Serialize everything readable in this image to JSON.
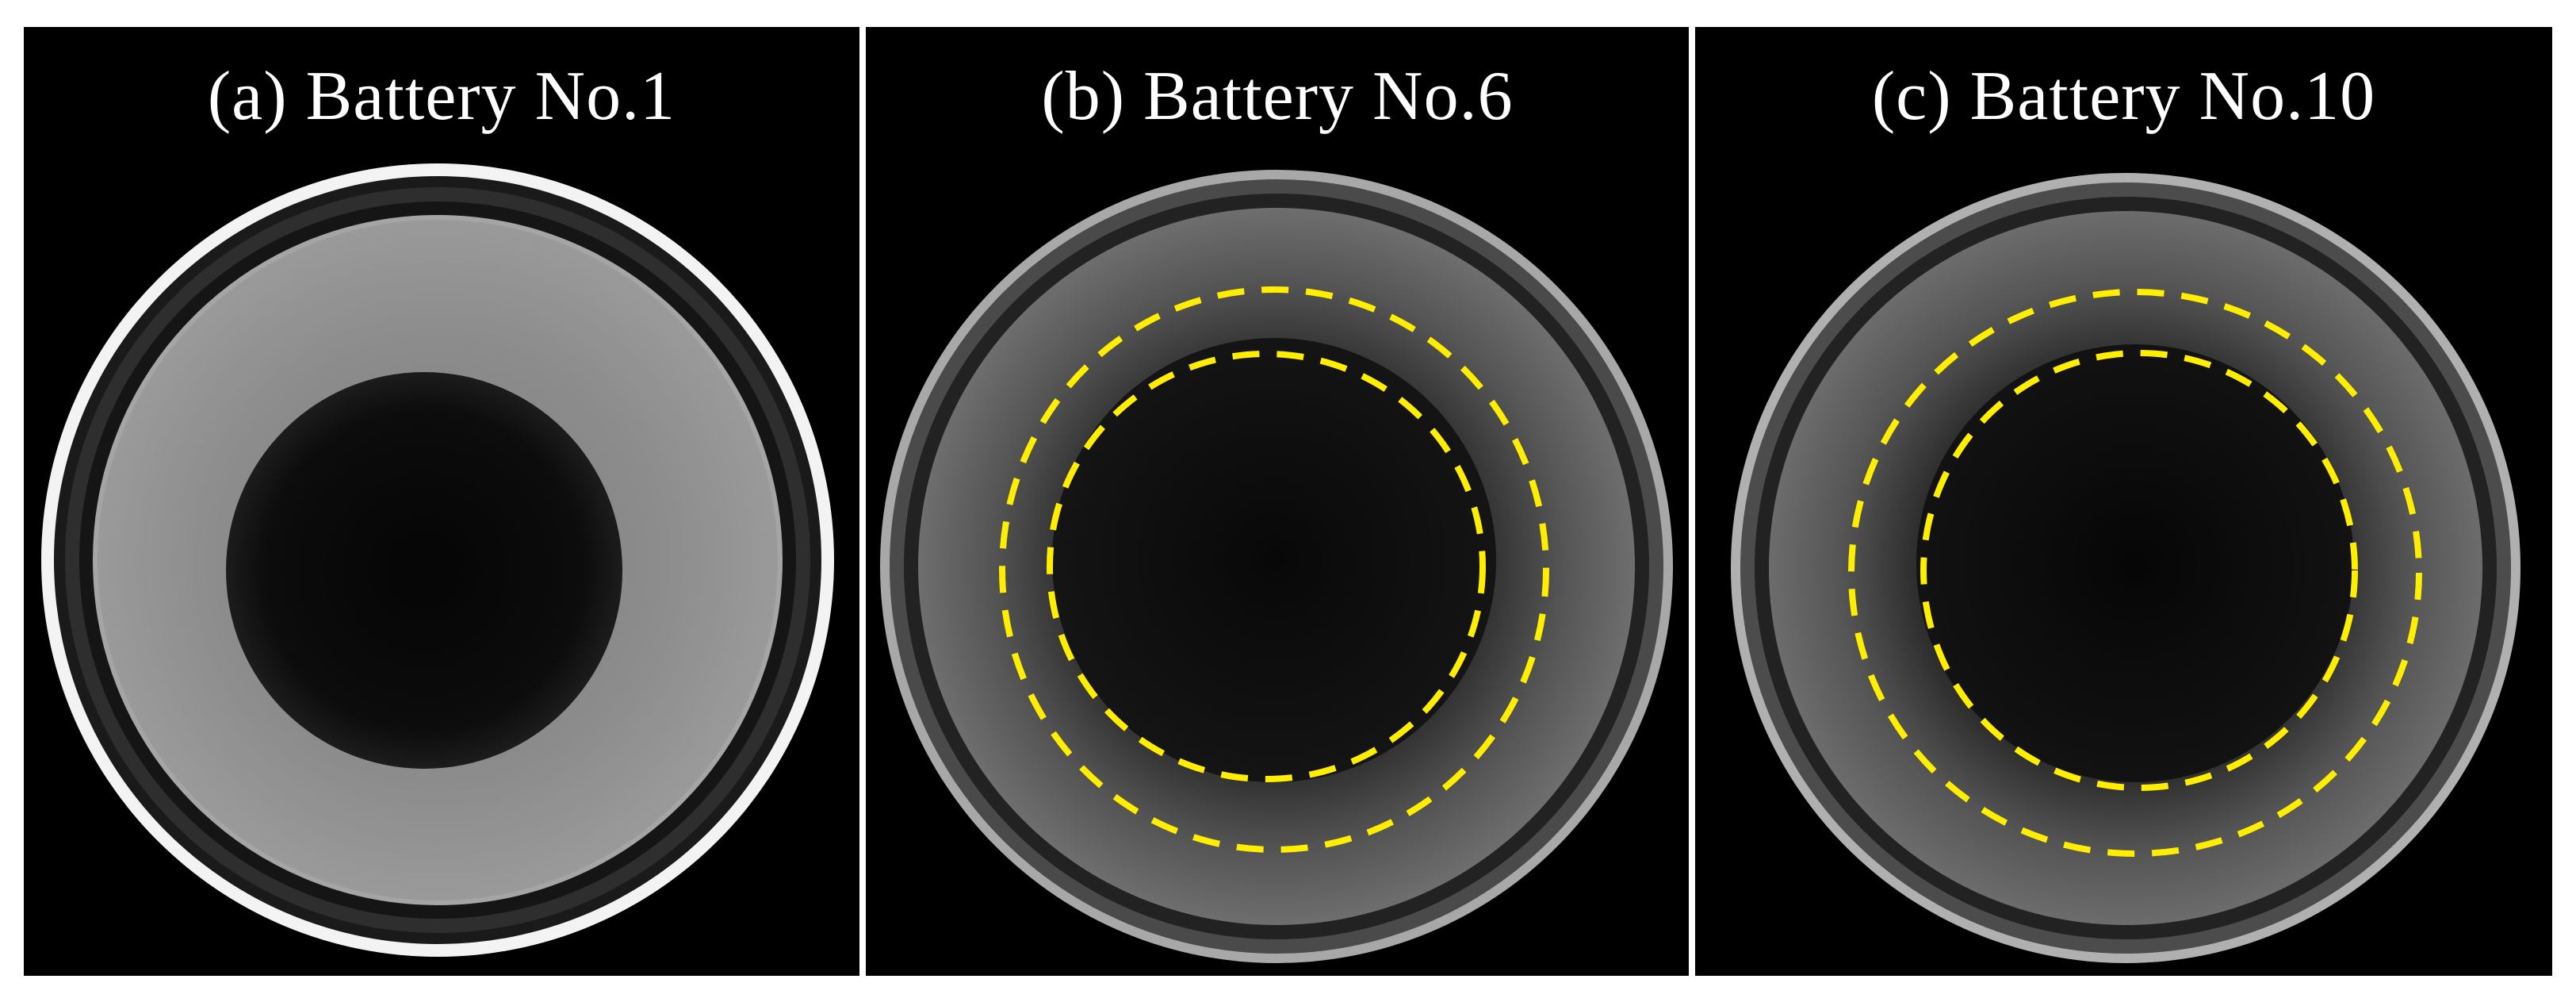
{
  "panels": [
    {
      "id": "a",
      "label": "(a) Battery No.1"
    },
    {
      "id": "b",
      "label": "(b) Battery No.6"
    },
    {
      "id": "c",
      "label": "(c) Battery No.10"
    }
  ],
  "colors": {
    "background": "#000000",
    "separator": "#ffffff",
    "label_text": "#ffffff",
    "dashed_outline": "#ffee00",
    "casing_bright": "#f5f5f5",
    "electrode_gray": "#8c8c8c",
    "core_dark": "#0a0a0a"
  }
}
